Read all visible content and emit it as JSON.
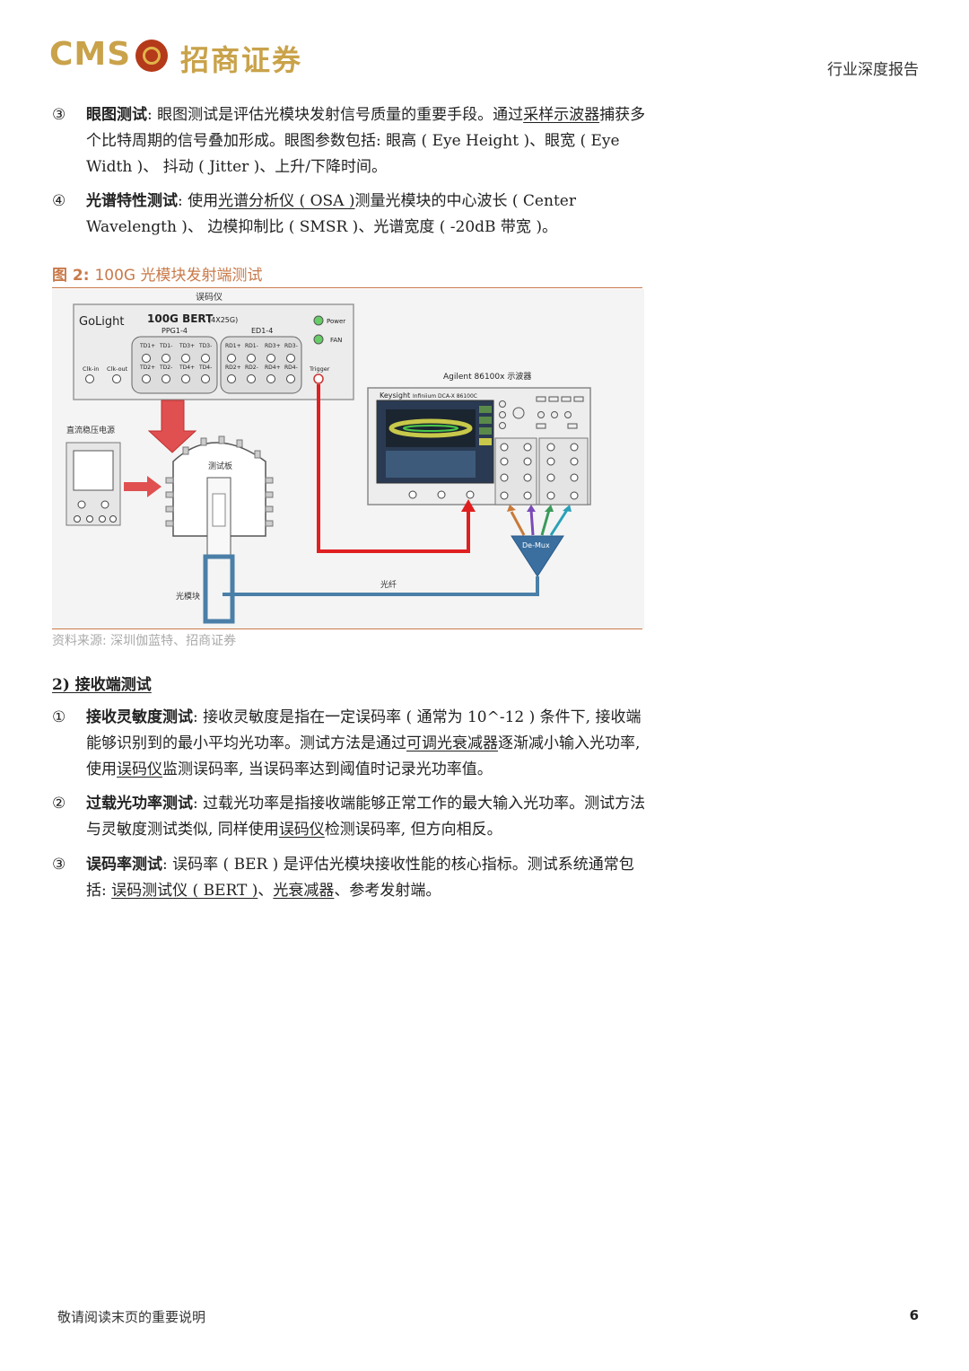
{
  "header": {
    "logo_text": "CMS",
    "logo_cn": "招商证券",
    "doc_type": "行业深度报告"
  },
  "items_top": [
    {
      "num": "③",
      "title": "眼图测试",
      "pre": ": 眼图测试是评估光模块发射信号质量的重要手段。通过",
      "link": "采样示波器",
      "post": "捕获多个比特周期的信号叠加形成。眼图参数包括: 眼高 ( Eye Height )、眼宽 ( Eye Width )、 抖动 ( Jitter )、上升/下降时间。"
    },
    {
      "num": "④",
      "title": "光谱特性测试",
      "pre": ": 使用",
      "link": "光谱分析仪 ( OSA )",
      "post": "测量光模块的中心波长 ( Center Wavelength )、 边模抑制比 ( SMSR )、光谱宽度 ( -20dB 带宽 )。"
    }
  ],
  "figure": {
    "label": "图 2:",
    "title": "100G 光模块发射端测试",
    "labels": {
      "bert_caption": "误码仪",
      "golight": "GoLight",
      "bert_model": "100G BERT",
      "bert_sub": "(4X25G)",
      "ppg": "PPG1-4",
      "ed": "ED1-4",
      "power": "Power",
      "fan": "FAN",
      "clk_in": "Clk-in",
      "clk_out": "Clk-out",
      "trigger": "Trigger",
      "td_top": [
        "TD1+",
        "TD1-",
        "TD3+",
        "TD3-"
      ],
      "td_bot": [
        "TD2+",
        "TD2-",
        "TD4+",
        "TD4-"
      ],
      "rd_top": [
        "RD1+",
        "RD1-",
        "RD3+",
        "RD3-"
      ],
      "rd_bot": [
        "RD2+",
        "RD2-",
        "RD4+",
        "RD4-"
      ],
      "scope_caption": "Agilent 86100x 示波器",
      "keysight": "Keysight",
      "infiniium": "Infiniium  DCA-X 86100C",
      "psu": "直流稳压电源",
      "board": "测试板",
      "module": "光模块",
      "fiber": "光纤",
      "demux": "De-Mux"
    }
  },
  "source": "资料来源: 深圳伽蓝特、招商证券",
  "section2": "2) 接收端测试",
  "items_bottom": [
    {
      "num": "①",
      "title": "接收灵敏度测试",
      "pre": ": 接收灵敏度是指在一定误码率 ( 通常为 10^-12 ) 条件下, 接收端能够识别到的最小平均光功率。测试方法是通过",
      "link": "可调光衰减器",
      "mid": "逐渐减小输入光功率, 使用",
      "link2": "误码仪",
      "post": "监测误码率, 当误码率达到阈值时记录光功率值。"
    },
    {
      "num": "②",
      "title": "过载光功率测试",
      "pre": ": 过载光功率是指接收端能够正常工作的最大输入光功率。测试方法与灵敏度测试类似, 同样使用",
      "link": "误码仪",
      "mid": "检测误码率, 但方向相反。",
      "link2": "",
      "post": ""
    },
    {
      "num": "③",
      "title": "误码率测试",
      "pre": ": 误码率 ( BER ) 是评估光模块接收性能的核心指标。测试系统通常包括: ",
      "link": "误码测试仪 ( BERT )",
      "mid": "、",
      "link2": "光衰减器",
      "post": "、参考发射端。"
    }
  ],
  "footer": {
    "note": "敬请阅读末页的重要说明",
    "page": "6"
  },
  "colors": {
    "accent": "#c97a4a",
    "logo_gold": "#c9a24a",
    "arrow_red": "#e05050",
    "fiber_blue": "#4a7fa8"
  }
}
